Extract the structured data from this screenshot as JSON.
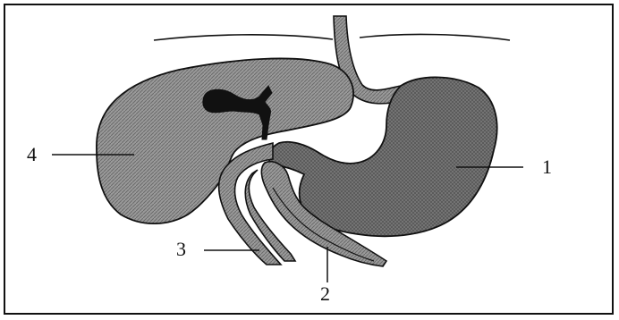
{
  "diagram": {
    "labels": {
      "stomach": "1",
      "pancreas": "2",
      "duodenum": "3",
      "liver": "4"
    },
    "colors": {
      "organ_fill": "#8e8e8e",
      "stomach_fill": "#6f6f6f",
      "gallbladder_fill": "#111111",
      "line": "#111111"
    }
  }
}
